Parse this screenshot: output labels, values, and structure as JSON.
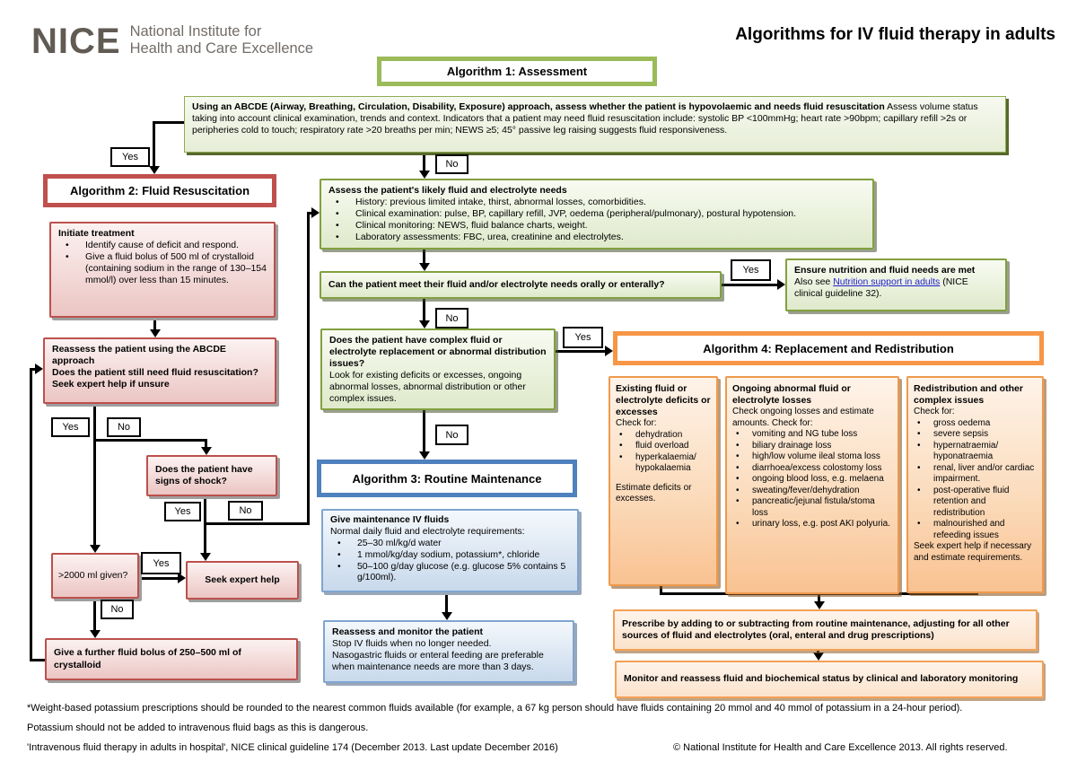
{
  "header": {
    "logo": {
      "acronym": "NICE",
      "line1": "National Institute for",
      "line2": "Health and Care Excellence"
    },
    "title": "Algorithms for IV fluid therapy in adults"
  },
  "labels": {
    "yes": "Yes",
    "no": "No"
  },
  "colors": {
    "green": "#9BBB59",
    "red": "#C0504D",
    "orange": "#F79646",
    "blue": "#4E81BD",
    "link_blue": "#2222CC"
  },
  "algo1": {
    "header": "Algorithm 1: Assessment",
    "abcde_box": {
      "title": "Using an ABCDE (Airway, Breathing, Circulation, Disability, Exposure) approach, assess whether the patient is hypovolaemic and needs fluid resuscitation",
      "body": "Assess volume status taking into account clinical examination, trends and context. Indicators that a patient may need fluid resuscitation include: systolic BP <100mmHg; heart rate >90bpm; capillary refill >2s or peripheries cold to touch; respiratory rate >20 breaths per min; NEWS ≥5; 45° passive leg raising suggests fluid responsiveness."
    },
    "assess_needs_box": {
      "title": "Assess the patient's likely fluid and electrolyte needs",
      "bullets": [
        "History: previous limited intake, thirst, abnormal losses, comorbidities.",
        "Clinical examination: pulse, BP, capillary refill, JVP, oedema (peripheral/pulmonary), postural hypotension.",
        "Clinical monitoring: NEWS, fluid balance charts, weight.",
        "Laboratory assessments: FBC, urea, creatinine and electrolytes."
      ]
    },
    "oral_question_box": "Can the patient meet their fluid and/or electrolyte needs orally or enterally?",
    "nutrition_box": {
      "title": "Ensure nutrition and fluid needs are met",
      "pre": "Also see ",
      "link": "Nutrition support in adults",
      "post": " (NICE clinical guideline 32)."
    },
    "complex_question_box": {
      "title": "Does the patient have complex fluid or electrolyte replacement or abnormal distribution issues?",
      "body": "Look for existing deficits or excesses, ongoing abnormal losses, abnormal distribution or other complex issues."
    }
  },
  "algo2": {
    "header": "Algorithm 2: Fluid Resuscitation",
    "initiate_box": {
      "title": "Initiate treatment",
      "bullets": [
        "Identify cause of deficit and respond.",
        "Give a fluid bolus of 500 ml of crystalloid (containing sodium in the range of 130–154 mmol/l) over less than 15 minutes."
      ]
    },
    "reassess_box": {
      "line1": "Reassess the patient using the ABCDE approach",
      "line2": "Does the patient still need fluid resuscitation? Seek expert help if unsure"
    },
    "shock_box": "Does the patient have signs of shock?",
    "volume_box": ">2000 ml given?",
    "seek_expert_box": "Seek expert help",
    "further_bolus_box": "Give a further fluid bolus of 250–500 ml of crystalloid"
  },
  "algo3": {
    "header": "Algorithm 3: Routine Maintenance",
    "maintenance_box": {
      "title": "Give maintenance IV fluids",
      "intro": "Normal daily fluid and electrolyte requirements:",
      "bullets": [
        "25–30 ml/kg/d water",
        "1 mmol/kg/day sodium, potassium*, chloride",
        "50–100 g/day glucose (e.g. glucose 5% contains 5 g/100ml)."
      ]
    },
    "monitor_box": {
      "title": "Reassess and monitor the patient",
      "line1": "Stop IV fluids when no longer needed.",
      "line2": "Nasogastric fluids or enteral feeding are preferable when maintenance needs are more than 3 days."
    }
  },
  "algo4": {
    "header": "Algorithm 4: Replacement and Redistribution",
    "existing_box": {
      "title": "Existing fluid or electrolyte deficits or excesses",
      "intro": "Check for:",
      "bullets": [
        "dehydration",
        "fluid overload",
        "hyperkalaemia/ hypokalaemia"
      ],
      "footer": "Estimate deficits or excesses."
    },
    "ongoing_box": {
      "title": "Ongoing abnormal fluid or electrolyte losses",
      "intro": "Check ongoing losses and estimate amounts. Check for:",
      "bullets": [
        "vomiting and NG tube loss",
        "biliary drainage loss",
        "high/low volume ileal stoma loss",
        "diarrhoea/excess colostomy loss",
        "ongoing blood loss, e.g. melaena",
        "sweating/fever/dehydration",
        "pancreatic/jejunal fistula/stoma loss",
        "urinary loss, e.g. post AKI polyuria."
      ]
    },
    "redistribution_box": {
      "title": "Redistribution and other complex issues",
      "intro": "Check for:",
      "bullets": [
        "gross oedema",
        "severe sepsis",
        "hypernatraemia/ hyponatraemia",
        "renal, liver and/or cardiac impairment.",
        "post-operative fluid retention and redistribution",
        "malnourished and refeeding issues"
      ],
      "footer": "Seek expert help if necessary and estimate requirements."
    },
    "prescribe_box": "Prescribe by adding to or subtracting from routine maintenance, adjusting for all other sources of fluid and electrolytes (oral, enteral and drug prescriptions)",
    "monitor_box": "Monitor and reassess fluid and biochemical status by clinical and laboratory monitoring"
  },
  "footer": {
    "note1": "*Weight-based potassium prescriptions should be rounded to the nearest common fluids available (for example, a 67 kg person should have fluids containing 20 mmol and 40 mmol of potassium in a 24-hour period).",
    "note2": "Potassium should not be added to intravenous fluid bags as this is dangerous.",
    "citation": "'Intravenous fluid therapy in adults in hospital', NICE clinical guideline 174 (December 2013. Last update December 2016)",
    "copyright": "© National Institute for Health and Care Excellence 2013. All rights reserved."
  }
}
